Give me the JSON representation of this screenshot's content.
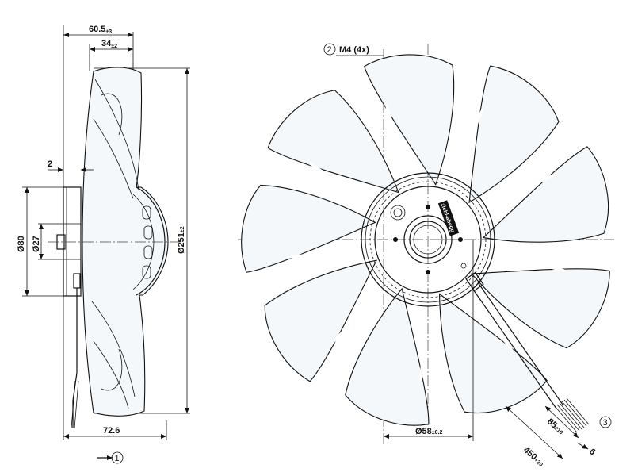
{
  "side_view": {
    "dim_width_total": {
      "value": "60.5",
      "tol": "±3"
    },
    "dim_width_blade": {
      "value": "34",
      "tol": "±2"
    },
    "dim_flange": {
      "value": "2"
    },
    "dim_hub_diameter": {
      "value": "Ø80"
    },
    "dim_shaft_diameter": {
      "value": "Ø27"
    },
    "dim_outer_diameter": {
      "value": "Ø251",
      "tol": "±2"
    },
    "dim_depth_total": {
      "value": "72.6"
    },
    "airflow_marker": {
      "number": "1"
    }
  },
  "front_view": {
    "mount_callout": {
      "number": "2",
      "text": "M4 (4x)"
    },
    "dim_bolt_circle": {
      "value": "Ø58",
      "tol": "±0.2"
    },
    "dim_cable_length": {
      "value": "450",
      "tol": "+20"
    },
    "dim_cable_strip": {
      "value": "85",
      "tol": "±10"
    },
    "dim_wire_end": {
      "value": "6"
    },
    "cable_callout": {
      "number": "3"
    },
    "label_text": "ziehl-abegg",
    "blade_count": 9
  },
  "colors": {
    "line": "#111111",
    "blade_fill": "#f4f8fb",
    "background": "#ffffff"
  }
}
